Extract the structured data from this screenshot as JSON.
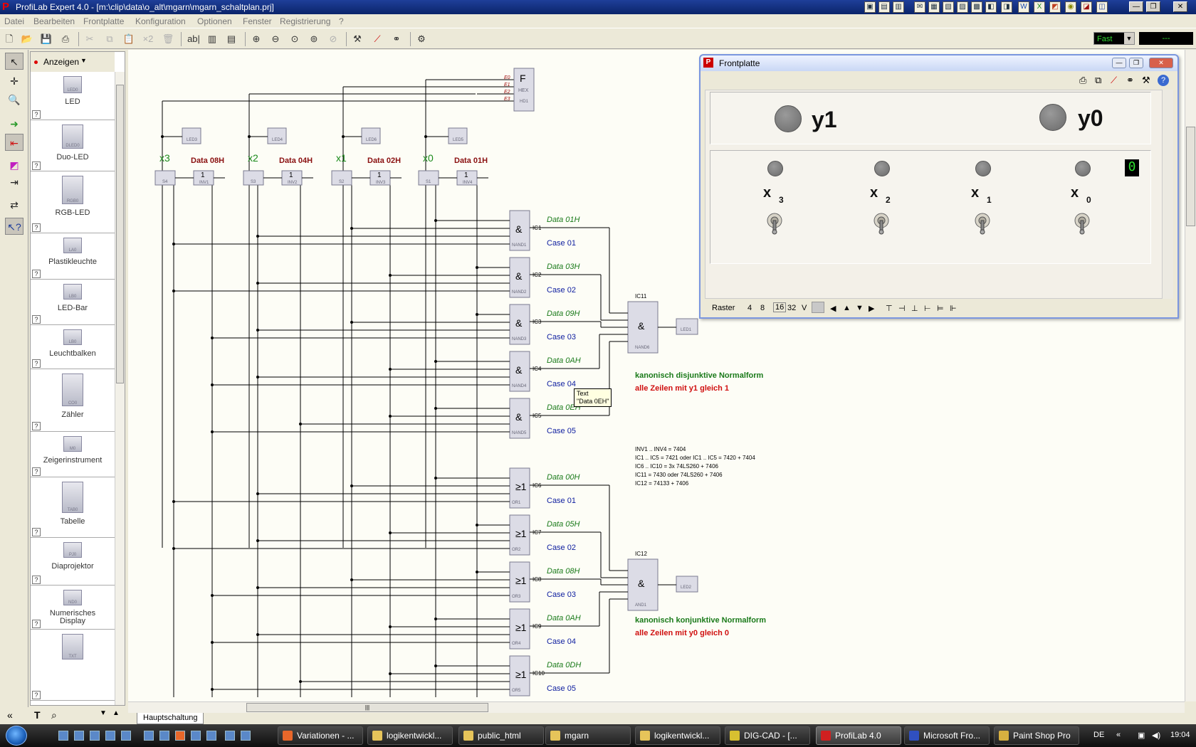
{
  "window": {
    "title": "ProfiLab Expert 4.0 - [m:\\clip\\data\\o_alt\\mgarn\\mgarn_schaltplan.prj]",
    "app_icon": "P"
  },
  "menu": [
    "Datei",
    "Bearbeiten",
    "Frontplatte",
    "Konfiguration",
    "Optionen",
    "Fenster",
    "Registrierung",
    "?"
  ],
  "toolbar": {
    "speed_value": "Fast",
    "speed_display": "---"
  },
  "library": {
    "header": "Anzeigen",
    "items": [
      {
        "label": "LED",
        "tag": "LED0"
      },
      {
        "label": "Duo-LED",
        "tag": "DLED0"
      },
      {
        "label": "RGB-LED",
        "tag": "RGB0"
      },
      {
        "label": "Plastikleuchte",
        "tag": "LA0"
      },
      {
        "label": "LED-Bar",
        "tag": "LB0"
      },
      {
        "label": "Leuchtbalken",
        "tag": "LB0"
      },
      {
        "label": "Zähler",
        "tag": "CO0"
      },
      {
        "label": "Zeigerinstrument",
        "tag": "M0"
      },
      {
        "label": "Tabelle",
        "tag": "TAB0"
      },
      {
        "label": "Diaprojektor",
        "tag": "PJ0"
      },
      {
        "label": "Numerisches Display",
        "tag": "ND0"
      },
      {
        "label": "",
        "tag": "TXT"
      }
    ],
    "help_mark": "?"
  },
  "schematic": {
    "switches": [
      {
        "label": "x3",
        "data": "Data 08H",
        "sw_tag": "S4",
        "inv_tag": "INV1",
        "led": "LED3"
      },
      {
        "label": "x2",
        "data": "Data 04H",
        "sw_tag": "S3",
        "inv_tag": "INV2",
        "led": "LED4"
      },
      {
        "label": "x1",
        "data": "Data 02H",
        "sw_tag": "S2",
        "inv_tag": "INV3",
        "led": "LED6"
      },
      {
        "label": "x0",
        "data": "Data 01H",
        "sw_tag": "S1",
        "inv_tag": "INV4",
        "led": "LED5"
      }
    ],
    "inv_symbol": "1",
    "hex": {
      "tag": "HEX",
      "sub": "HD1",
      "glyph": "F",
      "pins": [
        "E0",
        "E1",
        "E2",
        "E3"
      ]
    },
    "nand_gates": [
      {
        "ic": "IC1",
        "tag": "NAND1",
        "data": "Data 01H",
        "case": "Case 01"
      },
      {
        "ic": "IC2",
        "tag": "NAND2",
        "data": "Data 03H",
        "case": "Case 02"
      },
      {
        "ic": "IC3",
        "tag": "NAND3",
        "data": "Data 09H",
        "case": "Case 03"
      },
      {
        "ic": "IC4",
        "tag": "NAND4",
        "data": "Data 0AH",
        "case": "Case 04"
      },
      {
        "ic": "IC5",
        "tag": "NAND5",
        "data": "Data 0EH",
        "case": "Case 05"
      }
    ],
    "or_gates": [
      {
        "ic": "IC6",
        "tag": "OR1",
        "data": "Data 00H",
        "case": "Case 01"
      },
      {
        "ic": "IC7",
        "tag": "OR2",
        "data": "Data 05H",
        "case": "Case 02"
      },
      {
        "ic": "IC8",
        "tag": "OR3",
        "data": "Data 08H",
        "case": "Case 03"
      },
      {
        "ic": "IC9",
        "tag": "OR4",
        "data": "Data 0AH",
        "case": "Case 04"
      },
      {
        "ic": "IC10",
        "tag": "OR5",
        "data": "Data 0DH",
        "case": "Case 05"
      }
    ],
    "and_symbol": "&",
    "or_symbol": "≥1",
    "ic11": {
      "ic": "IC11",
      "tag": "NAND6",
      "led": "LED1"
    },
    "ic12": {
      "ic": "IC12",
      "tag": "AND1",
      "led": "LED2"
    },
    "note1": {
      "title": "kanonisch disjunktive Normalform",
      "sub": "alle Zeilen mit y1 gleich 1"
    },
    "note2": {
      "title": "kanonisch konjunktive Normalform",
      "sub": "alle Zeilen mit y0 gleich 0"
    },
    "ic_info": [
      "INV1 .. INV4 = 7404",
      "IC1 .. IC5 = 7421 oder IC1 .. IC5 = 7420 + 7404",
      "IC6 .. IC10 = 3x 74LS260 + 7406",
      "IC11 = 7430 oder 74LS260 + 7406",
      "IC12 = 74133 + 7406"
    ],
    "tooltip": {
      "line1": "Text",
      "line2": "\"Data 0EH\""
    }
  },
  "tabs": {
    "main": "Hauptschaltung"
  },
  "frontpanel": {
    "title": "Frontplatte",
    "outputs": [
      {
        "label": "y1"
      },
      {
        "label": "y0"
      }
    ],
    "inputs": [
      {
        "label": "x",
        "sub": "3"
      },
      {
        "label": "x",
        "sub": "2"
      },
      {
        "label": "x",
        "sub": "1"
      },
      {
        "label": "x",
        "sub": "0"
      }
    ],
    "digit": "0",
    "status": {
      "raster_label": "Raster",
      "values": [
        "4",
        "8",
        "16",
        "32"
      ],
      "v": "V"
    }
  },
  "taskbar": {
    "tasks": [
      {
        "label": "Variationen - ...",
        "color": "#e8672a"
      },
      {
        "label": "logikentwickl...",
        "color": "#e6c45a"
      },
      {
        "label": "public_html",
        "color": "#e6c45a"
      },
      {
        "label": "mgarn",
        "color": "#e6c45a"
      },
      {
        "label": "logikentwickl...",
        "color": "#e6c45a"
      },
      {
        "label": "DIG-CAD - [...",
        "color": "#d8c030"
      },
      {
        "label": "ProfiLab 4.0",
        "color": "#d02020"
      },
      {
        "label": "Microsoft Fro...",
        "color": "#3050c0"
      },
      {
        "label": "Paint Shop Pro",
        "color": "#d8b040"
      }
    ],
    "lang": "DE",
    "time": "19:04"
  }
}
